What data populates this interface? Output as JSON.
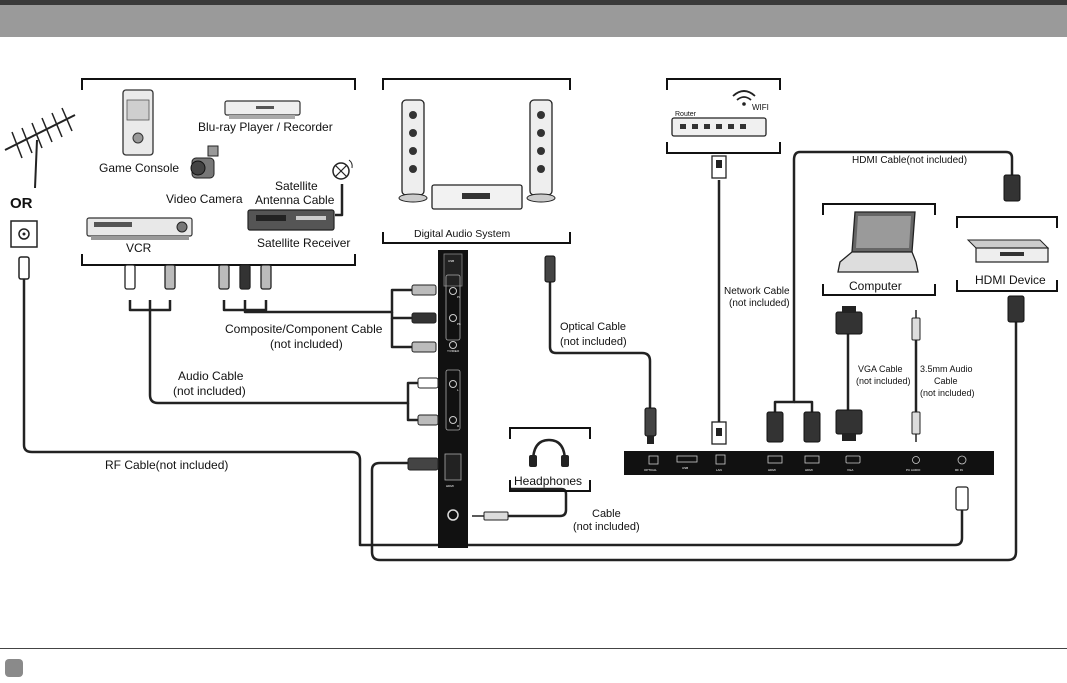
{
  "labels": {
    "or": "OR",
    "game_console": "Game Console",
    "bluray": "Blu-ray Player / Recorder",
    "video_camera": "Video Camera",
    "satellite": "Satellite",
    "satellite_cable": "Antenna Cable",
    "vcr": "VCR",
    "satellite_receiver": "Satellite Receiver",
    "digital_audio": "Digital Audio System",
    "router": "Router",
    "wifi": "WIFI",
    "hdmi_cable": "HDMI Cable(not included)",
    "computer": "Computer",
    "hdmi_device": "HDMI Device",
    "network_cable_1": "Network Cable",
    "network_cable_2": "(not included)",
    "optical_cable_1": "Optical Cable",
    "optical_cable_2": "(not included)",
    "composite_cable_1": "Composite/Component Cable",
    "composite_cable_2": "(not included)",
    "audio_cable_1": "Audio Cable",
    "audio_cable_2": "(not included)",
    "rf_cable": "RF Cable(not included)",
    "headphones": "Headphones",
    "cable_1": "Cable",
    "cable_2": "(not included)",
    "vga_cable_1": "VGA Cable",
    "vga_cable_2": "(not included)",
    "audio35_1": "3.5mm Audio",
    "audio35_2": "Cable",
    "audio35_3": "(not included)"
  },
  "side_panel_ports": [
    "USB",
    "Pr",
    "Pb",
    "Y/VIDEO",
    "L",
    "R",
    "HDMI"
  ],
  "bottom_panel_ports": [
    "OPTICAL",
    "USB",
    "LAN",
    "HDMI",
    "HDMI",
    "VGA",
    "PC AUDIO",
    "RF IN"
  ]
}
